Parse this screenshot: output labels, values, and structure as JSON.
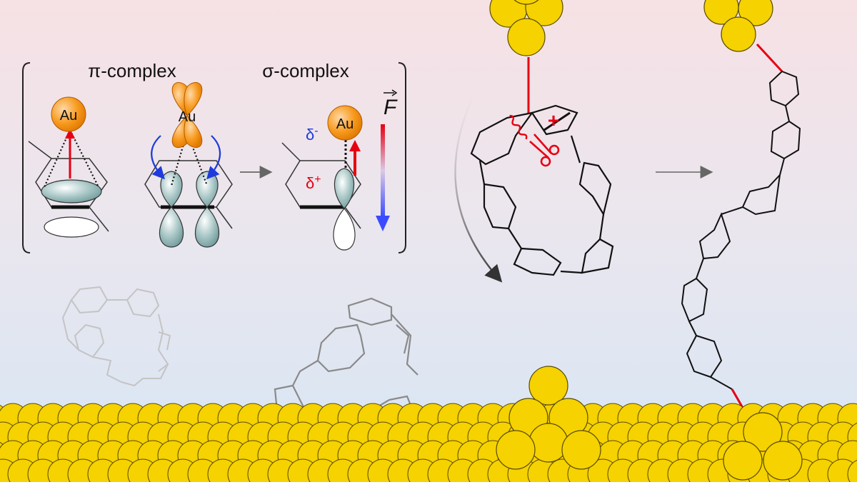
{
  "labels": {
    "pi_complex": "π-complex",
    "sigma_complex": "σ-complex",
    "au_1": "Au",
    "au_2": "Au",
    "au_3": "Au",
    "delta_minus": "δ",
    "delta_minus_sup": "-",
    "delta_plus": "δ",
    "delta_plus_sup": "+",
    "force": "F",
    "plus_sign": "+"
  },
  "colors": {
    "gold": "#F5D200",
    "gold_dark": "#B89B00",
    "au_orange": "#F79A1E",
    "orbital_teal": "#7FA7A7",
    "bond_red": "#E60012",
    "arrow_blue": "#1E3CDC",
    "delta_minus_blue": "#1E3CDC",
    "delta_plus_red": "#E60012",
    "ring_gray": "#8A8A8A",
    "ring_light": "#BDBDBD",
    "bg_top": "#F6E3E6",
    "bg_bottom": "#D9E7F5"
  },
  "icons": {
    "transition_arrow": "right-arrow-icon",
    "cleave": "scissors-icon",
    "bond_break": "wavy-line-icon"
  }
}
